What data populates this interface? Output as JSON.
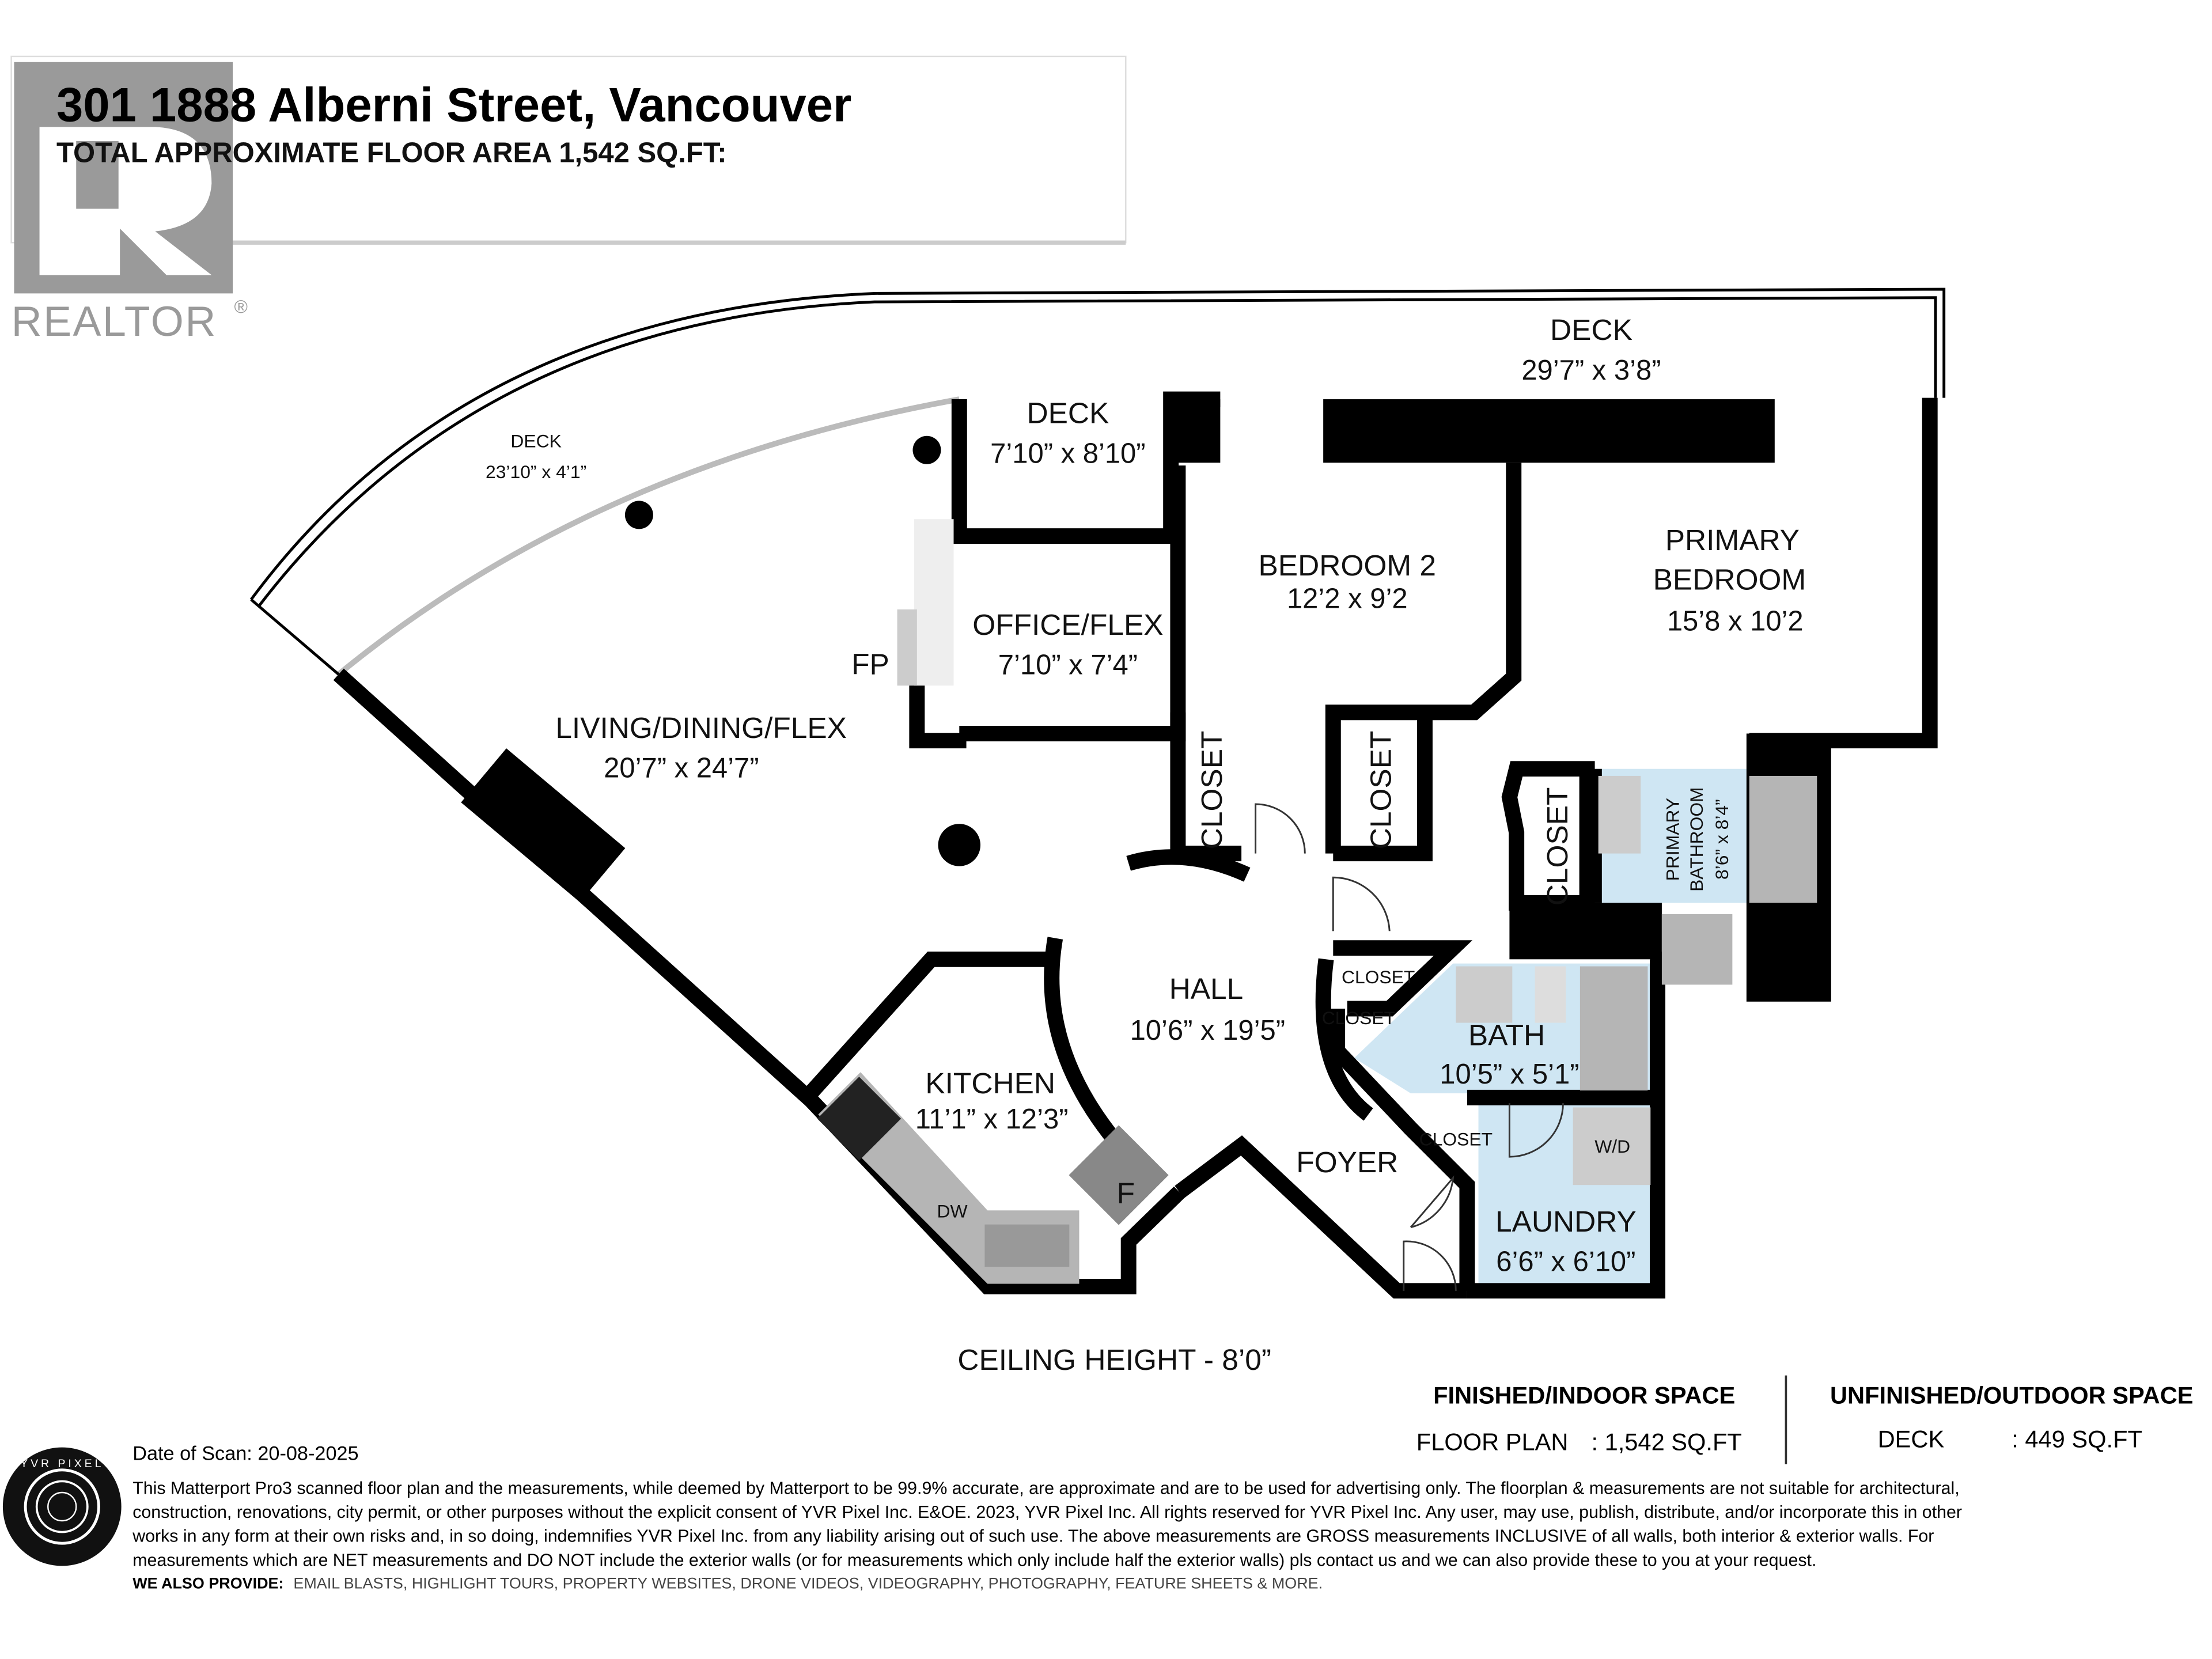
{
  "header": {
    "title": "301 1888 Alberni Street, Vancouver",
    "subtitle": "TOTAL APPROXIMATE FLOOR AREA 1,542 SQ.FT:"
  },
  "logos": {
    "realtor": "REALTOR",
    "yvr_pixel": "YVR PIXEL"
  },
  "rooms": {
    "deck_top": {
      "name": "DECK",
      "dim": "29’7” x 3’8”"
    },
    "deck_curve": {
      "name": "DECK",
      "dim": "23’10” x 4’1”"
    },
    "deck_small": {
      "name": "DECK",
      "dim": "7’10” x 8’10”"
    },
    "bedroom2": {
      "name": "BEDROOM 2",
      "dim": "12’2 x 9’2"
    },
    "primary_bedroom": {
      "name1": "PRIMARY",
      "name2": "BEDROOM",
      "dim": "15’8 x 10’2"
    },
    "office": {
      "name": "OFFICE/FLEX",
      "dim": "7’10” x 7’4”"
    },
    "living": {
      "name": "LIVING/DINING/FLEX",
      "dim": "20’7” x 24’7”"
    },
    "hall": {
      "name": "HALL",
      "dim": "10’6” x 19’5”"
    },
    "kitchen": {
      "name": "KITCHEN",
      "dim": "11’1” x 12’3”"
    },
    "bath": {
      "name": "BATH",
      "dim": "10’5” x 5’1”"
    },
    "primary_bathroom": {
      "name1": "PRIMARY",
      "name2": "BATHROOM",
      "dim": "8’6” x 8’4”"
    },
    "foyer": {
      "name": "FOYER"
    },
    "laundry": {
      "name": "LAUNDRY",
      "dim": "6’6” x 6’10”"
    },
    "closet": "CLOSET"
  },
  "fixtures": {
    "fireplace": "FP",
    "dishwasher": "DW",
    "fridge": "F",
    "washer_dryer": "W/D"
  },
  "ceiling_height": "CEILING HEIGHT - 8’0”",
  "areas": {
    "finished": {
      "heading": "FINISHED/INDOOR SPACE",
      "label": "FLOOR PLAN",
      "value": ": 1,542 SQ.FT"
    },
    "unfinished": {
      "heading": "UNFINISHED/OUTDOOR SPACE",
      "label": "DECK",
      "value": ": 449 SQ.FT"
    }
  },
  "footer": {
    "date_of_scan": "Date of Scan: 20-08-2025",
    "disclaimer": [
      "This Matterport Pro3 scanned floor plan and the measurements, while deemed by Matterport to be 99.9% accurate, are approximate and are to be used for advertising only. The floorplan & measurements are not suitable for architectural,",
      "construction, renovations, city permit, or other purposes without the explicit consent of YVR Pixel Inc. E&OE. 2023, YVR Pixel Inc. All rights reserved for YVR Pixel Inc. Any user, may use, publish, distribute, and/or incorporate this in other",
      "works in any form at their own risks and, in so doing, indemnifies YVR Pixel Inc. from any liability arising out of such use. The above measurements are GROSS measurements INCLUSIVE of all walls, both interior & exterior walls. For",
      "measurements which are NET measurements and DO NOT include the exterior walls (or for measurements which only include half the exterior walls) pls contact us and we can also provide these to you at your request."
    ],
    "also_provide_label": "WE ALSO PROVIDE:",
    "also_provide": "EMAIL BLASTS, HIGHLIGHT TOURS, PROPERTY WEBSITES, DRONE VIDEOS, VIDEOGRAPHY, PHOTOGRAPHY, FEATURE SHEETS & MORE."
  },
  "colors": {
    "wet_room": "#cfe6f3",
    "walls": "#000000",
    "fixtures": "#b5b5b5",
    "realtor_logo": "#9a9a9a"
  }
}
